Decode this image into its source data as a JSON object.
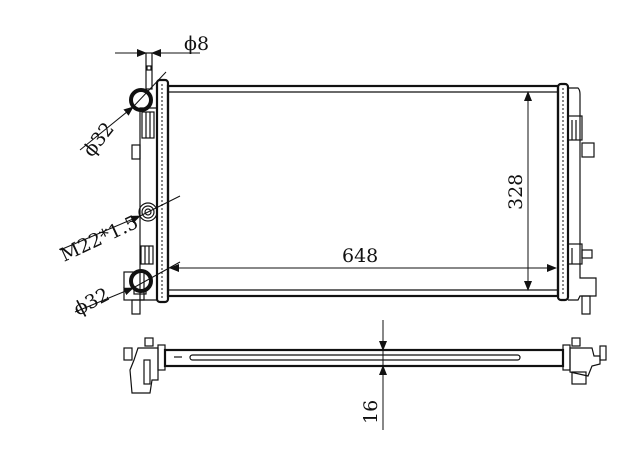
{
  "drawing": {
    "dimensions": {
      "inlet_pipe_diameter": "ϕ8",
      "upper_hose_diameter": "ϕ32",
      "drain_thread": "M22*1.5",
      "lower_hose_diameter": "ϕ32",
      "core_width": "648",
      "core_height": "328",
      "core_thickness": "16"
    },
    "line_color": "#111111",
    "background": "#ffffff"
  }
}
